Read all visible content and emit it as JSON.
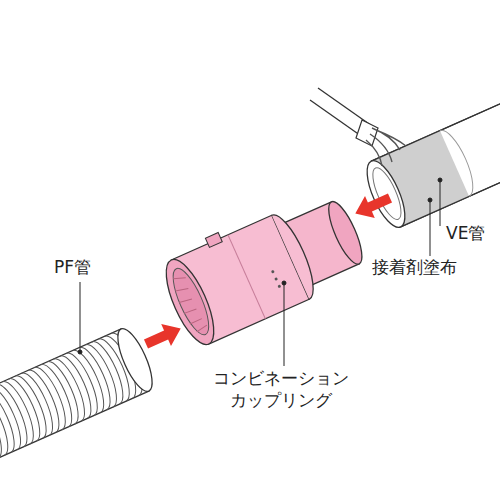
{
  "diagram": {
    "labels": [
      "PF管",
      "コンビネーション カップリング",
      "VE管",
      "接着剤塗布"
    ]
  }
}
